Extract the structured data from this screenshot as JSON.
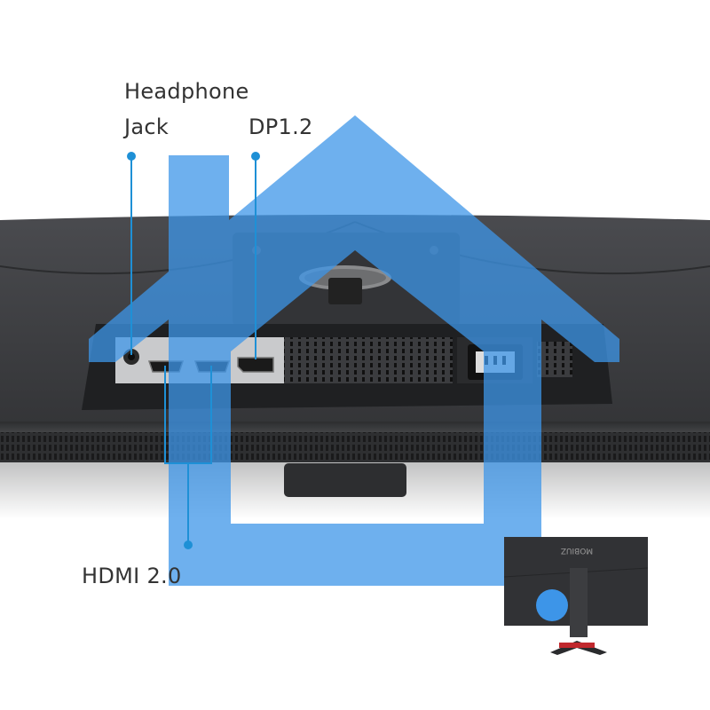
{
  "labels": {
    "headphone_line1": "Headphone",
    "headphone_line2": "Jack",
    "displayport": "DP1.2",
    "hdmi": "HDMI 2.0"
  },
  "logo_text": "MOBIUZ",
  "colors": {
    "callout_line": "#1e90d6",
    "home_overlay": "#3d95e8",
    "monitor_body": "#3a3b3e",
    "io_panel": "#c9cacc"
  }
}
